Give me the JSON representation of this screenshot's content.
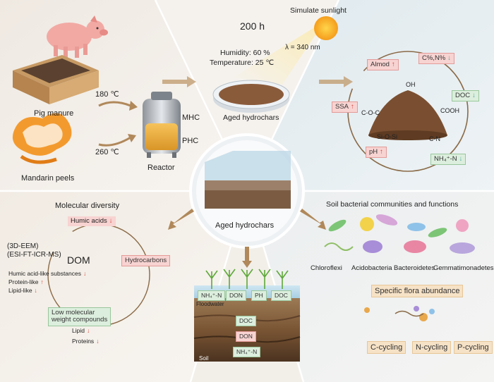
{
  "top_left": {
    "pig_manure": "Pig manure",
    "mandarin_peels": "Mandarin peels",
    "temp_180": "180 ℃",
    "temp_260": "260 ℃",
    "mhc": "MHC",
    "phc": "PHC",
    "reactor": "Reactor"
  },
  "top_center": {
    "hours": "200 h",
    "sunlight": "Simulate sunlight",
    "wavelength": "λ = 340 nm",
    "humidity": "Humidity: 60 %",
    "temperature": "Temperature: 25 ℃",
    "aged_hydrochars": "Aged hydrochars"
  },
  "top_right": {
    "almod": "Almod",
    "cn": "C%,N%",
    "ssa": "SSA",
    "doc": "DOC",
    "ph": "pH",
    "nh4": "NH₄⁺-N",
    "oh": "OH",
    "coc": "C-O-C",
    "cooh": "COOH",
    "siosi": "Si-O-Si",
    "cn_bond": "C-N"
  },
  "center": {
    "label": "Aged hydrochars"
  },
  "bottom_left": {
    "title": "Molecular diversity",
    "humic_acids": "Humic acids",
    "method1": "(3D-EEM)",
    "method2": "(ESI-FT-ICR-MS)",
    "dom": "DOM",
    "hydrocarbons": "Hydrocarbons",
    "humic_like": "Humic acid-like substances",
    "protein_like": "Protein-like",
    "lipid_like": "Lipid-like",
    "low_mw_1": "Low molecular",
    "low_mw_2": "weight compounds",
    "lipid": "Lipid",
    "proteins": "Proteins"
  },
  "bottom_center": {
    "nh4": "NH₄⁺-N",
    "don": "DON",
    "ph": "PH",
    "doc": "DOC",
    "floodwater": "Floodwater",
    "soil_doc": "DOC",
    "soil_don": "DON",
    "soil_nh4": "NH₄⁺-N",
    "soil": "Soil"
  },
  "bottom_right": {
    "title": "Soil bacterial communities and functions",
    "chloroflexi": "Chloroflexi",
    "acidobacteria": "Acidobacteria",
    "bacteroidetes": "Bacteroidetes",
    "gemmatimonadetes": "Gemmatimonadetes",
    "specific_flora": "Specific flora abundance",
    "c_cycling": "C-cycling",
    "n_cycling": "N-cycling",
    "p_cycling": "P-cycling"
  },
  "colors": {
    "panel_warm": "#f3eee8",
    "panel_cool": "#e7eff2",
    "arrow_brown": "#b0885a",
    "red_arrow": "#d9413b",
    "teal_arrow": "#4aa3a3"
  }
}
